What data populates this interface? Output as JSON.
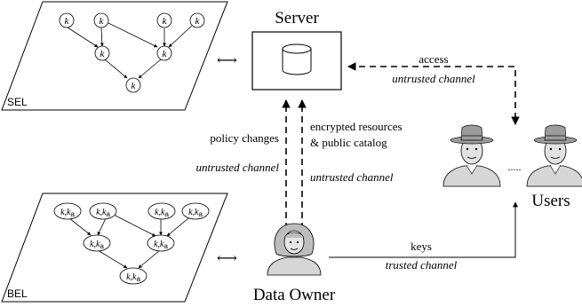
{
  "server": {
    "title": "Server"
  },
  "users": {
    "title": "Users",
    "ellipsis": "....."
  },
  "owner": {
    "title": "Data Owner"
  },
  "sel": {
    "label": "SEL",
    "nodes": [
      "k",
      "k",
      "k",
      "k",
      "k",
      "k",
      "k"
    ]
  },
  "bel": {
    "label": "BEL",
    "nodes": [
      "k,k",
      "k,k",
      "k,k",
      "k,k",
      "k,k",
      "k,k",
      "k,k"
    ],
    "subscript": "a"
  },
  "edges": {
    "access": {
      "label": "access",
      "channel": "untrusted channel"
    },
    "policy": {
      "label": "policy changes",
      "channel": "untrusted channel"
    },
    "resources": {
      "line1": "encrypted resources",
      "line2": "& public catalog",
      "channel": "untrusted channel"
    },
    "keys": {
      "label": "keys",
      "channel": "trusted channel"
    },
    "link_symbol": "⟷"
  },
  "icons": {
    "database": "database-icon",
    "user": "user-icon",
    "owner": "data-owner-icon"
  }
}
